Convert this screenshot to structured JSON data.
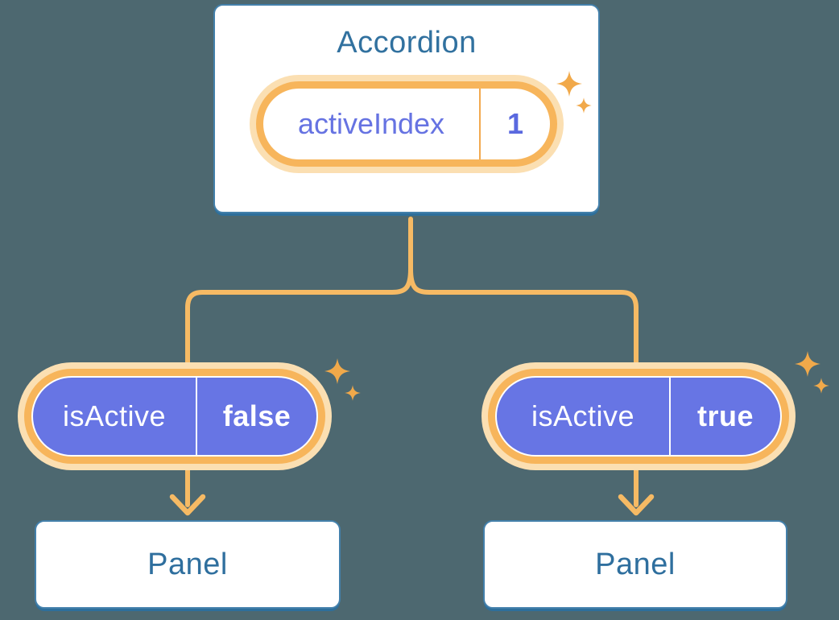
{
  "diagram": {
    "root": {
      "title": "Accordion",
      "state": {
        "name": "activeIndex",
        "value": "1"
      }
    },
    "children": [
      {
        "prop": {
          "name": "isActive",
          "value": "false"
        },
        "target": {
          "title": "Panel"
        }
      },
      {
        "prop": {
          "name": "isActive",
          "value": "true"
        },
        "target": {
          "title": "Panel"
        }
      }
    ]
  },
  "icons": {
    "decoration": "sparkle-icon"
  },
  "colors": {
    "background": "#4D6870",
    "card_fill": "#FFFFFF",
    "card_border": "#4380AB",
    "card_shadow": "#2E6F9B",
    "heading_text": "#31719F",
    "connector_orange": "#F6BA64",
    "pill_ring_orange": "#F7B55B",
    "pill_ring_glow": "#FBDFB2",
    "pill_divider_orange": "#F2A94F",
    "state_name_text": "#6673E2",
    "state_value_text": "#5A69DF",
    "prop_pill_fill": "#6775E4",
    "prop_pill_text": "#FFFFFF",
    "sparkle": "#F1A94A"
  }
}
